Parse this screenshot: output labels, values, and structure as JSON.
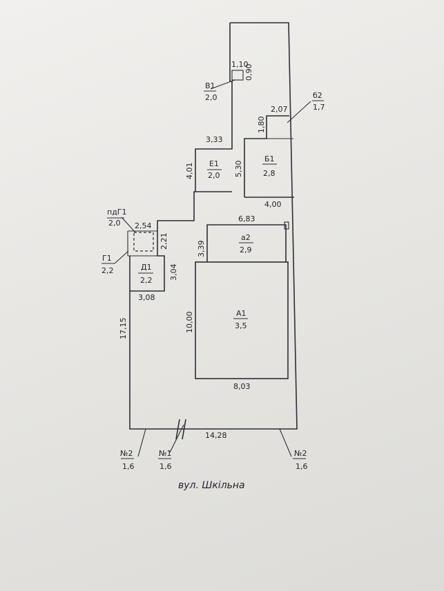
{
  "plan": {
    "outbuildings": {
      "v1": {
        "label": "В1",
        "height": "2,0",
        "width": "1,10",
        "depth": "0,90"
      },
      "b2": {
        "label": "б2",
        "height": "1,7",
        "width": "2,07",
        "depth": "1,80"
      },
      "e1": {
        "label": "Е1",
        "height": "2,0",
        "width": "3,33",
        "depth": "4,01"
      },
      "b1": {
        "label": "Б1",
        "height": "2,8",
        "width": "4,00",
        "depth": "5,30"
      },
      "pdg1": {
        "label": "пдГ1",
        "height": "2,0",
        "width": "2,54",
        "depth": "2,21"
      },
      "g1": {
        "label": "Г1",
        "height": "2,2"
      },
      "d1": {
        "label": "Д1",
        "height": "2,2",
        "width": "3,08",
        "depth": "3,04"
      },
      "a2": {
        "label": "а2",
        "height": "2,9",
        "width": "6,83",
        "depth": "3,39"
      },
      "a1": {
        "label": "А1",
        "height": "3,5",
        "width": "8,03",
        "depth": "10,00"
      }
    },
    "plot": {
      "width": "14,28",
      "depth": "17,15"
    },
    "fences": [
      {
        "label": "№2",
        "height": "1,6"
      },
      {
        "label": "№1",
        "height": "1,6"
      },
      {
        "label": "№2",
        "height": "1,6"
      }
    ],
    "street": "вул. Шкільна"
  }
}
